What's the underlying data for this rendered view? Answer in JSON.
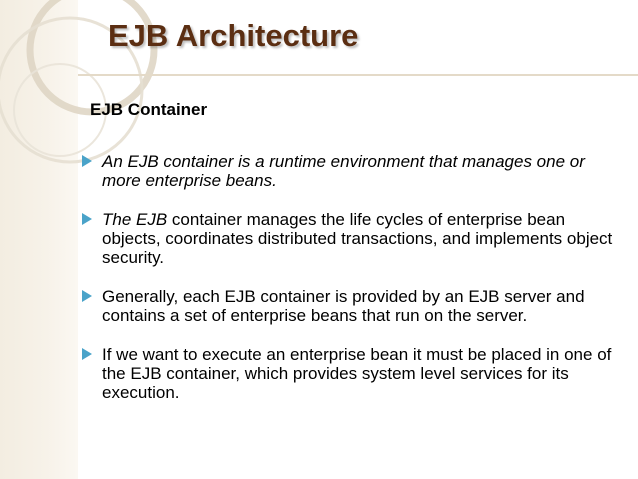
{
  "slide": {
    "title": "EJB Architecture",
    "subheading": "EJB Container",
    "bullets": [
      {
        "italic_lead": "An EJB container is a runtime environment that manages one or more enterprise beans.",
        "text": ""
      },
      {
        "italic_lead": "The EJB",
        "text": " container manages the life cycles of enterprise bean objects, coordinates distributed transactions, and implements object security."
      },
      {
        "italic_lead": "",
        "text": "Generally, each EJB container is provided by an EJB server and contains a set of enterprise beans that run on the server."
      },
      {
        "italic_lead": "",
        "text": "If we want to execute an enterprise bean it must be placed in one of the EJB container, which provides system level services for its execution."
      }
    ]
  },
  "colors": {
    "title": "#5b2e12",
    "bullet_marker": "#4aa3c9",
    "side_band": "#f3ede1",
    "title_rule": "#e4dac8"
  },
  "icons": {
    "bullet": "triangle-bullet-icon",
    "decoration": "decorative-arcs"
  }
}
